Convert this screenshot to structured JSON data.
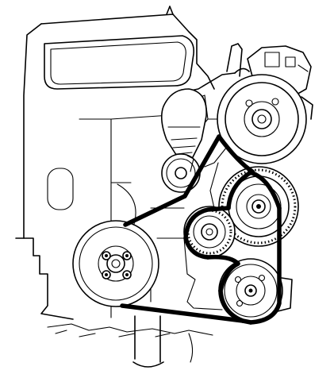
{
  "diagram": {
    "components": [
      {
        "name": "engine-block"
      },
      {
        "name": "cam-cover"
      },
      {
        "name": "crankshaft-pulley"
      },
      {
        "name": "alternator-pulley"
      },
      {
        "name": "power-steering-pump-pulley"
      },
      {
        "name": "ac-compressor-pulley"
      },
      {
        "name": "idler-pulley"
      },
      {
        "name": "belt-tensioner"
      },
      {
        "name": "drive-belt"
      }
    ],
    "colors": {
      "line": "#000000",
      "background": "#ffffff"
    }
  }
}
